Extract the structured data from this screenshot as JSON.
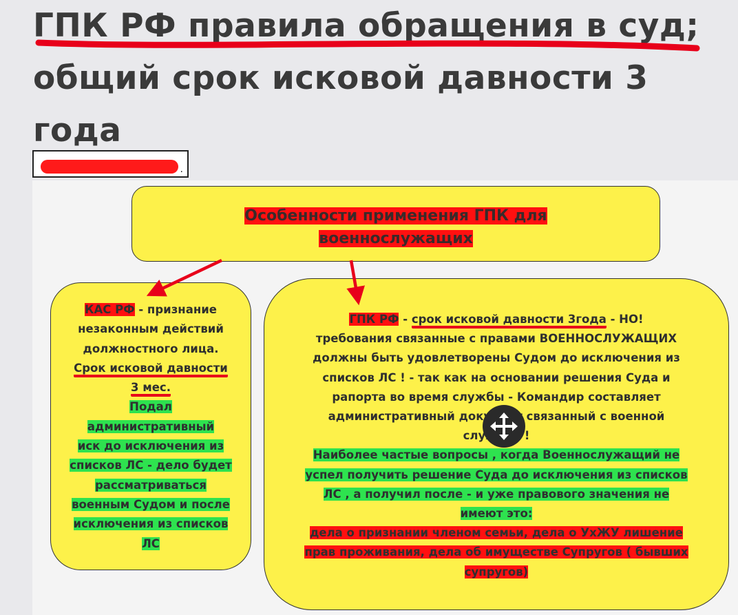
{
  "title": {
    "line1": "ГПК РФ правила обращения в суд;",
    "line2": "общий срок исковой давности 3",
    "line3": "года"
  },
  "caption": {
    "trailing_char": "."
  },
  "diagram": {
    "heading_line1": "Особенности применения ГПК для",
    "heading_line2": "военнослужащих",
    "left": {
      "kas_tag": "КАС РФ",
      "kas_rest": " - признание",
      "l2": "незаконным действий",
      "l3": "должностного лица.",
      "l4": "Срок исковой давности",
      "l5": "3 мес.",
      "green_lines": [
        "Подал",
        "административный",
        "иск до исключения из",
        "списков ЛС - дело будет",
        "рассматриваться",
        "военным Судом и после",
        "исключения из списков",
        "ЛС"
      ]
    },
    "right": {
      "gpk_tag": "ГПК РФ",
      "sep1": " - ",
      "underlined": "срок исковой давности 3года",
      "after": " - НО!",
      "l2": "требования связанные с правами ВОЕННОСЛУЖАЩИХ",
      "l3": "должны быть удовлетворены Судом до исключения из",
      "l4": "списков ЛС ! - так как на основании решения Суда и",
      "l5": "рапорта  во время службы - Командир составляет",
      "l6": "административный документ связанный с военной",
      "l7": "службой !",
      "green_lines": [
        "Наиболее частые вопросы , когда Военнослужащий не",
        "успел получить решение Суда до исключения из списков",
        "ЛС , а получил после - и уже правового значения не",
        "имеют это:"
      ],
      "red_lines": [
        "дела о признании членом семьи, дела о УхЖУ лишение",
        "прав проживания, дела об имуществе Супругов ( бывших",
        "супругов)"
      ]
    }
  },
  "colors": {
    "box_fill": "#fdf14a",
    "highlight_red": "#ff1010",
    "highlight_green": "#2ee24f",
    "annotation_red": "#e8001a"
  },
  "icons": {
    "move": "move-arrows-icon"
  }
}
